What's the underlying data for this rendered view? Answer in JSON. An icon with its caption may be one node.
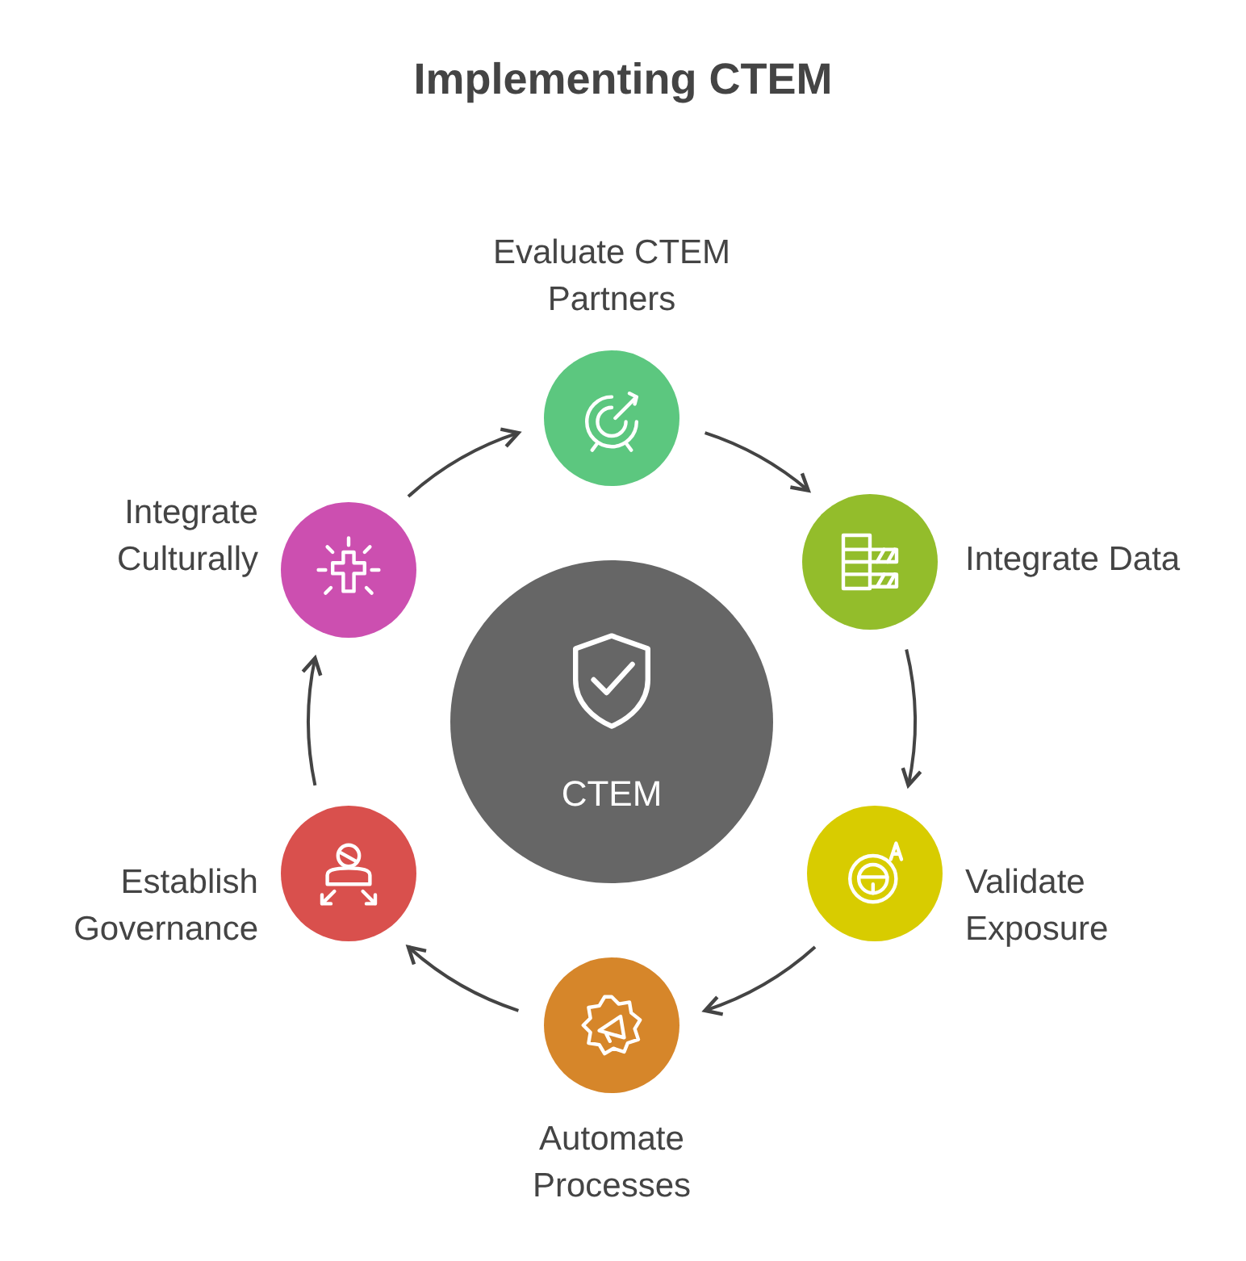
{
  "diagram": {
    "title": "Implementing CTEM",
    "nodes": [
      {
        "text": [
          "CTEM"
        ]
      },
      {
        "text": [],
        "shape": "circle",
        "beside": [
          "Evaluate CTEM Partners"
        ]
      },
      {
        "text": [],
        "shape": "circle",
        "beside": [
          "Integrate Data"
        ]
      },
      {
        "text": [],
        "shape": "circle",
        "beside": [
          "Validate Exposure"
        ]
      },
      {
        "text": [],
        "shape": "circle",
        "beside": [
          "Automate Processes"
        ]
      },
      {
        "text": [],
        "shape": "circle",
        "beside": [
          "Establish Governance"
        ]
      },
      {
        "text": [],
        "shape": "circle",
        "beside": [
          "Integrate Culturally"
        ]
      }
    ],
    "edges": [
      {
        "from": 1,
        "to": 2,
        "arrow": "to"
      },
      {
        "from": 2,
        "to": 3,
        "arrow": "to"
      },
      {
        "from": 3,
        "to": 4,
        "arrow": "to"
      },
      {
        "from": 4,
        "to": 5,
        "arrow": "to"
      },
      {
        "from": 5,
        "to": 6,
        "arrow": "to"
      },
      {
        "from": 6,
        "to": 1,
        "arrow": "to"
      }
    ]
  }
}
